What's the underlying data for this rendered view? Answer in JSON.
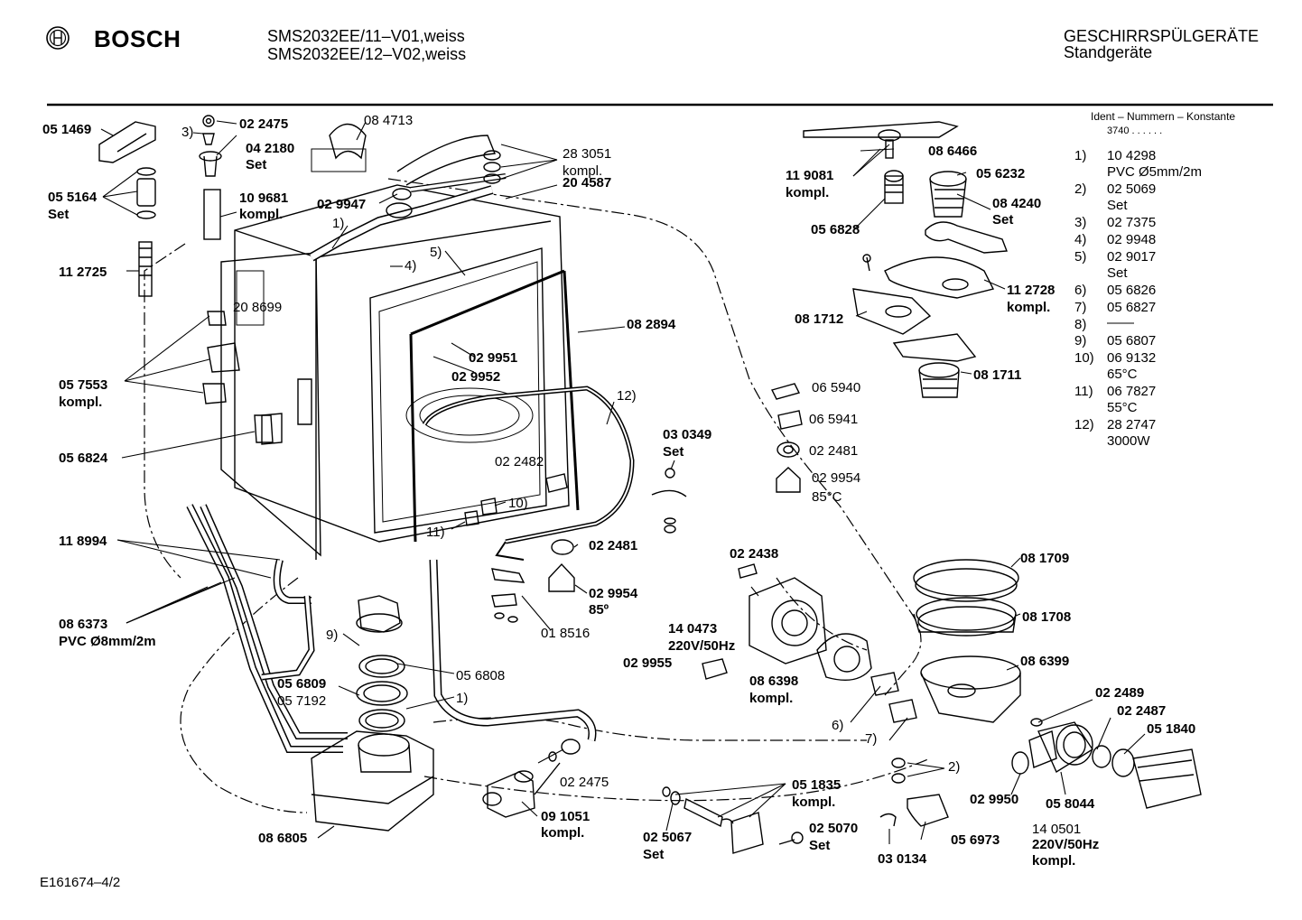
{
  "header": {
    "brand": "BOSCH",
    "model_line1": "SMS2032EE/11–V01,weiss",
    "model_line2": "SMS2032EE/12–V02,weiss",
    "category": "GESCHIRRSPÜLGERÄTE",
    "subcategory": "Standgeräte"
  },
  "legend": {
    "title": "Ident – Nummern – Konstante",
    "constant": "3740 . . . . . .",
    "items": [
      {
        "num": "1)",
        "line1": "10 4298",
        "line2": "PVC Ø5mm/2m"
      },
      {
        "num": "2)",
        "line1": "02 5069",
        "line2": "Set"
      },
      {
        "num": "3)",
        "line1": "02 7375",
        "line2": ""
      },
      {
        "num": "4)",
        "line1": "02 9948",
        "line2": ""
      },
      {
        "num": "5)",
        "line1": "02 9017",
        "line2": "Set"
      },
      {
        "num": "6)",
        "line1": "05 6826",
        "line2": ""
      },
      {
        "num": "7)",
        "line1": "05 6827",
        "line2": ""
      },
      {
        "num": "8)",
        "line1": "——",
        "line2": ""
      },
      {
        "num": "9)",
        "line1": "05 6807",
        "line2": ""
      },
      {
        "num": "10)",
        "line1": "06 9132",
        "line2": "65°C"
      },
      {
        "num": "11)",
        "line1": "06 7827",
        "line2": "55°C"
      },
      {
        "num": "12)",
        "line1": "28 2747",
        "line2": "3000W"
      }
    ]
  },
  "labels": {
    "l051469": "05 1469",
    "l3": "3)",
    "l022475a": "02 2475",
    "l042180": "04 2180",
    "lset1": "Set",
    "l055164": "05 5164",
    "lset2": "Set",
    "l109681": "10 9681",
    "lkompl1": "kompl.",
    "l112725": "11 2725",
    "l084713": "08 4713",
    "l283051": "28 3051",
    "lkompl2": "kompl.",
    "l204587": "20 4587",
    "l029947": "02 9947",
    "l1a": "1)",
    "l5": "5)",
    "l4": "4)",
    "l208699": "20 8699",
    "l082894": "08 2894",
    "l057553": "05 7553",
    "lkompl3": "kompl.",
    "l029951": "02 9951",
    "l029952": "02 9952",
    "l056824": "05 6824",
    "l12": "12)",
    "l030349": "03 0349",
    "lset3": "Set",
    "l022482": "02 2482",
    "l10": "10)",
    "l11": "11)",
    "l118994": "11 8994",
    "l022481a": "02 2481",
    "l029954a": "02 9954",
    "l85a": "85º",
    "l018516": "01 8516",
    "l086373": "08 6373",
    "lpvc8": "PVC Ø8mm/2m",
    "l9": "9)",
    "l056809": "05 6809",
    "l057192": "05 7192",
    "l056808": "05 6808",
    "l1b": "1)",
    "l022475b": "02 2475",
    "l091051": "09 1051",
    "lkompl4": "kompl.",
    "l086805": "08 6805",
    "l086466": "08 6466",
    "l119081": "11 9081",
    "lkompl5": "kompl.",
    "l056232": "05 6232",
    "l056828": "05 6828",
    "l084240": "08 4240",
    "lset4": "Set",
    "l112728": "11 2728",
    "lkompl6": "kompl.",
    "l081712": "08 1712",
    "l081711": "08 1711",
    "l065940": "06 5940",
    "l065941": "06 5941",
    "l022481b": "02 2481",
    "l029954b": "02 9954",
    "l85b": "85°C",
    "l022438": "02 2438",
    "l081709": "08 1709",
    "l081708": "08 1708",
    "l140473": "14 0473",
    "l220a": "220V/50Hz",
    "l029955": "02 9955",
    "l086398": "08 6398",
    "lkompl7": "kompl.",
    "l086399": "08 6399",
    "l6": "6)",
    "l7": "7)",
    "l022489": "02 2489",
    "l022487": "02 2487",
    "l051840": "05 1840",
    "l2": "2)",
    "l051835": "05 1835",
    "lkompl8": "kompl.",
    "l029950": "02 9950",
    "l058044": "05 8044",
    "l025067": "02 5067",
    "lset5": "Set",
    "l025070": "02 5070",
    "lset6": "Set",
    "l030134": "03 0134",
    "l056973": "05 6973",
    "l140501": "14 0501",
    "l220b": "220V/50Hz",
    "lkompl9": "kompl."
  },
  "footer": {
    "code": "E161674–4/2"
  },
  "icons": {
    "brand_logo": "bosch-armature-logo"
  }
}
